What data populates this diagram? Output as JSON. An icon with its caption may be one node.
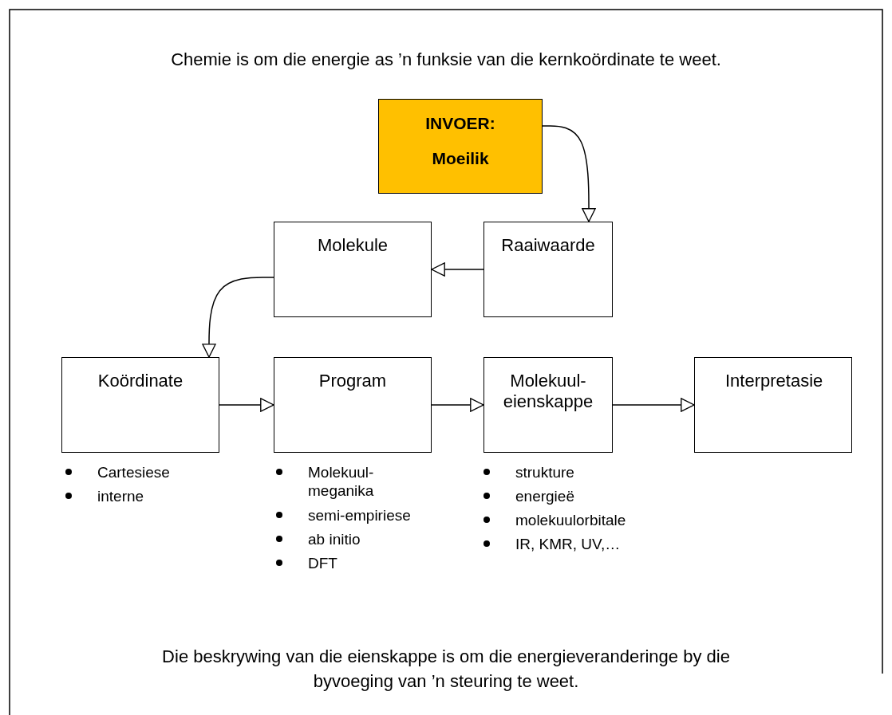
{
  "diagram": {
    "title": "Chemie is om die energie as ’n funksie van die kernkoördinate te weet.",
    "caption": "Die beskrywing van die eienskappe is om die energieveranderinge by die byvoeging van ’n steuring te weet.",
    "nodes": [
      {
        "text": [
          "INVOER:",
          "Moeilik"
        ]
      },
      {
        "text": [
          "Raaiwaarde"
        ]
      },
      {
        "text": [
          "Molekule"
        ]
      },
      {
        "text": [
          "Koördinate"
        ]
      },
      {
        "text": [
          "Program"
        ]
      },
      {
        "text": [
          "Molekuul- eienskappe"
        ]
      },
      {
        "text": [
          "Interpretasie"
        ]
      }
    ],
    "edges": [
      {
        "from": 0,
        "to": 1,
        "arrow": "to"
      },
      {
        "from": 1,
        "to": 2,
        "arrow": "to"
      },
      {
        "from": 2,
        "to": 3,
        "arrow": "to"
      },
      {
        "from": 3,
        "to": 4,
        "arrow": "to"
      },
      {
        "from": 4,
        "to": 5,
        "arrow": "to"
      },
      {
        "from": 5,
        "to": 6,
        "arrow": "to"
      }
    ],
    "labels": [
      "Cartesiese",
      "interne",
      "Molekuul- meganika",
      "semi-empiriese",
      "ab initio",
      "DFT",
      "strukture",
      "energieë",
      "molekuulorbitale",
      "IR, KMR, UV,…"
    ]
  }
}
